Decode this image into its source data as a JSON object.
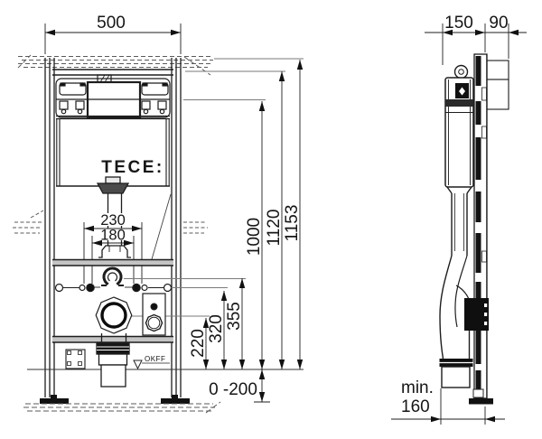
{
  "drawing": {
    "brand": "TECE:",
    "floor_level_marker": "OKFF",
    "front_view": {
      "frame_width": "500",
      "fixing_span_outer": "230",
      "fixing_span_inner": "180",
      "waste_outlet_height": "220",
      "height_320": "320",
      "height_355": "355",
      "height_1000": "1000",
      "height_1120": "1120",
      "overall_height": "1153",
      "leg_adjustment_range": "0 -200"
    },
    "side_view": {
      "frame_depth": "150",
      "front_depth": "90",
      "min_prefix": "min.",
      "min_distance": "160"
    }
  }
}
